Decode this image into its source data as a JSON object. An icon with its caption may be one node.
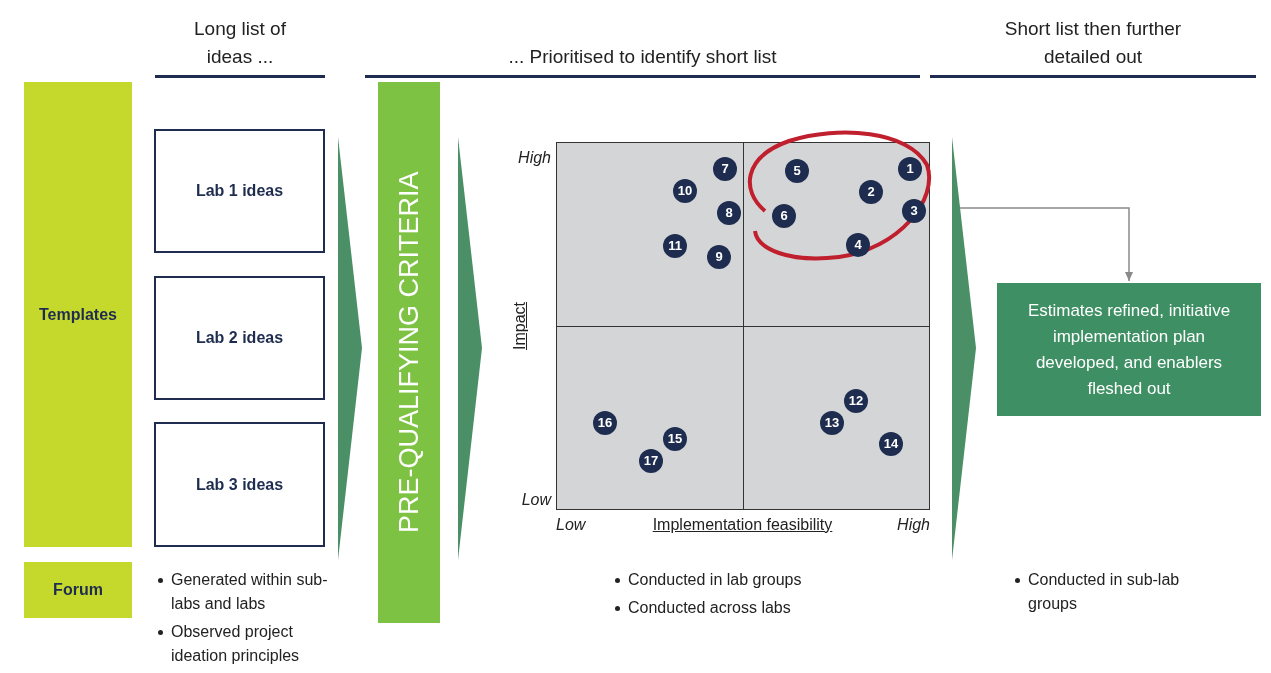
{
  "diagram": {
    "nodes": [
      {
        "text": [
          "Templates"
        ]
      },
      {
        "text": [
          "Forum"
        ]
      },
      {
        "text": [
          "Lab 1 ideas"
        ]
      },
      {
        "text": [
          "Lab 2 ideas"
        ]
      },
      {
        "text": [
          "Lab 3 ideas"
        ]
      },
      {
        "text": [
          "PRE-QUALIFYING CRITERIA"
        ]
      },
      {
        "text": [],
        "shape": "box",
        "beside": [
          "High",
          "Low",
          "Impact",
          "Low",
          "Implementation feasibility",
          "High"
        ]
      },
      {
        "text": [
          "1"
        ],
        "in": 6
      },
      {
        "text": [
          "2"
        ],
        "in": 6
      },
      {
        "text": [
          "3"
        ],
        "in": 6
      },
      {
        "text": [
          "4"
        ],
        "in": 6
      },
      {
        "text": [
          "5"
        ],
        "in": 6
      },
      {
        "text": [
          "6"
        ],
        "in": 6
      },
      {
        "text": [
          "7"
        ],
        "in": 6
      },
      {
        "text": [
          "8"
        ],
        "in": 6
      },
      {
        "text": [
          "9"
        ],
        "in": 6
      },
      {
        "text": [
          "10"
        ],
        "in": 6
      },
      {
        "text": [
          "11"
        ],
        "in": 6
      },
      {
        "text": [
          "12"
        ],
        "in": 6
      },
      {
        "text": [
          "13"
        ],
        "in": 6
      },
      {
        "text": [
          "14"
        ],
        "in": 6
      },
      {
        "text": [
          "15"
        ],
        "in": 6
      },
      {
        "text": [
          "16"
        ],
        "in": 6
      },
      {
        "text": [
          "17"
        ],
        "in": 6
      },
      {
        "text": [
          "Estimates refined, initiative implementation plan developed, and enablers fleshed out"
        ]
      },
      {
        "text": [],
        "shape": "chevron"
      },
      {
        "text": [],
        "shape": "chevron"
      },
      {
        "text": [],
        "shape": "chevron"
      }
    ],
    "edges": [
      {
        "from": 27,
        "to": 24,
        "arrow": "to",
        "color": "#8a8a8a"
      }
    ],
    "labels": [
      "Long list of ideas ...",
      "... Prioritised to identify short list",
      "Short list then further detailed out",
      "Generated within sub-labs and labs",
      "Observed project ideation principles",
      "Conducted in lab groups",
      "Conducted across labs",
      "Conducted in sub-lab groups"
    ]
  }
}
